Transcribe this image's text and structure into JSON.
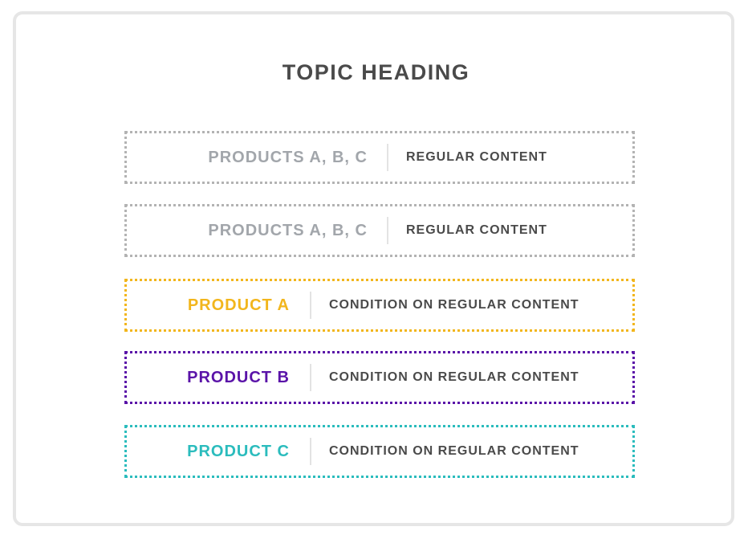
{
  "heading": "TOPIC HEADING",
  "rows": [
    {
      "label": "PRODUCTS A, B, C",
      "content": "REGULAR CONTENT",
      "color": "#b3b3b3",
      "label_color": "#a2a6ab"
    },
    {
      "label": "PRODUCTS A, B, C",
      "content": "REGULAR CONTENT",
      "color": "#b3b3b3",
      "label_color": "#a2a6ab"
    },
    {
      "label": "PRODUCT A",
      "content": "CONDITION ON REGULAR CONTENT",
      "color": "#f2b61d"
    },
    {
      "label": "PRODUCT B",
      "content": "CONDITION ON REGULAR CONTENT",
      "color": "#5a13a8"
    },
    {
      "label": "PRODUCT C",
      "content": "CONDITION ON REGULAR CONTENT",
      "color": "#2bbcbd"
    }
  ]
}
